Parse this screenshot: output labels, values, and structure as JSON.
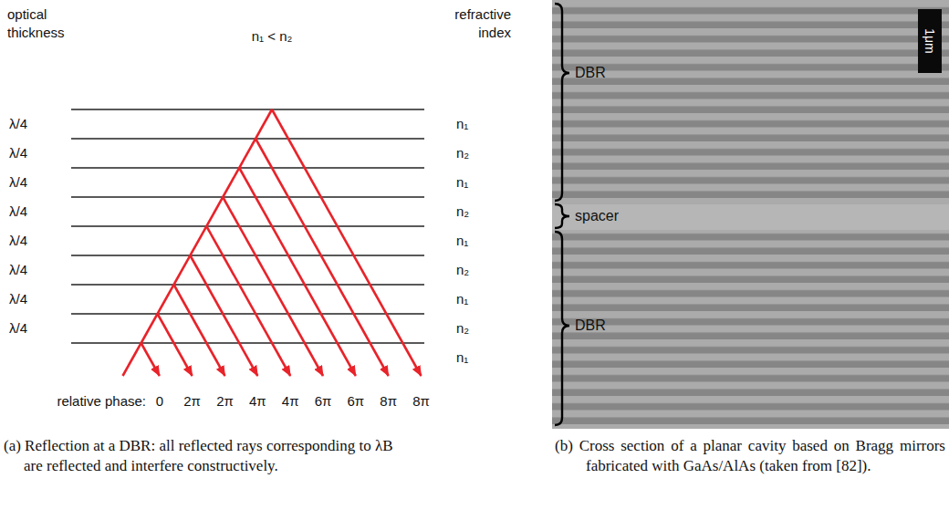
{
  "diagram": {
    "labels": [
      "optical thickness",
      "n₁ < n₂",
      "refractive index",
      "λ/4",
      "λ/4",
      "λ/4",
      "λ/4",
      "λ/4",
      "λ/4",
      "λ/4",
      "λ/4",
      "n₁",
      "n₂",
      "n₁",
      "n₂",
      "n₁",
      "n₂",
      "n₁",
      "n₂",
      "n₁",
      "relative phase:",
      "0",
      "2π",
      "2π",
      "4π",
      "4π",
      "6π",
      "6π",
      "8π",
      "8π",
      "(a) Reflection at a DBR: all reflected rays corresponding to λB are reflected and interfere constructively.",
      "DBR",
      "spacer",
      "DBR",
      "1μm",
      "(b) Cross section of a planar cavity based on Bragg mirrors fabricated with GaAs/AlAs (taken from [82])."
    ]
  }
}
